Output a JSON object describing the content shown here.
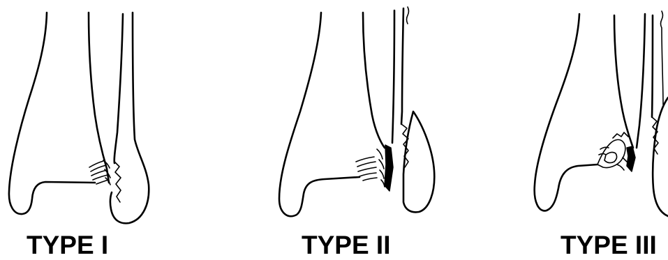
{
  "figure": {
    "panels": [
      {
        "label": "TYPE I"
      },
      {
        "label": "TYPE II"
      },
      {
        "label": "TYPE III"
      }
    ]
  },
  "colors": {
    "line": "#000000",
    "background": "#ffffff"
  }
}
